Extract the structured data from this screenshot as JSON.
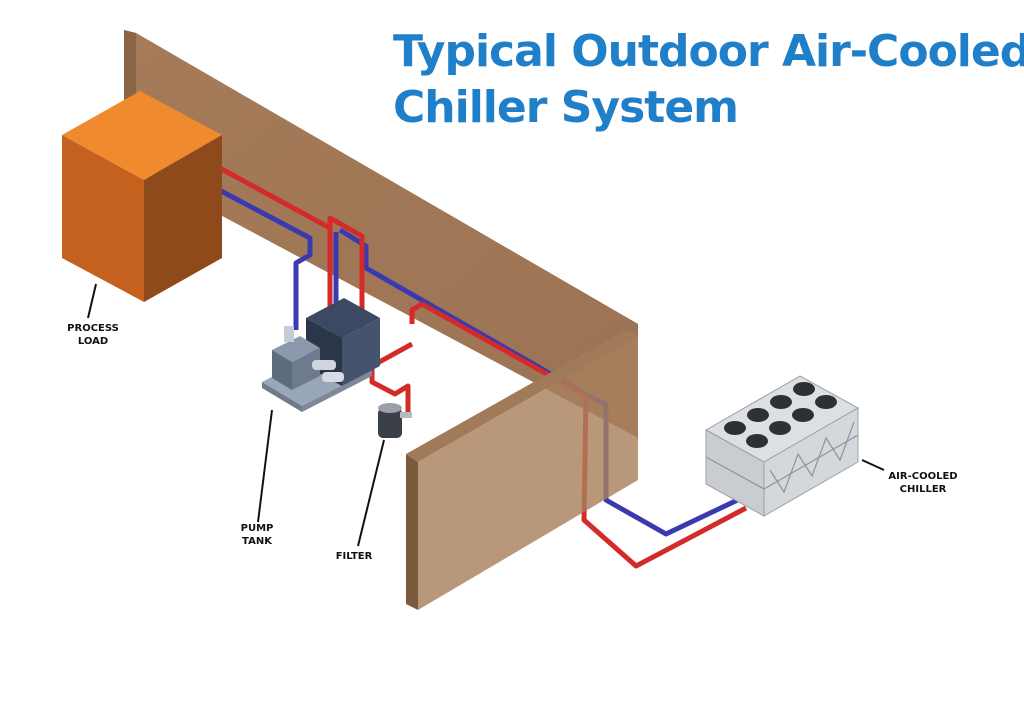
{
  "title": {
    "line1": "Typical Outdoor Air-Cooled",
    "line2": "Chiller System"
  },
  "labels": {
    "process_load": {
      "line1": "PROCESS",
      "line2": "LOAD"
    },
    "pump_tank": {
      "line1": "PUMP",
      "line2": "TANK"
    },
    "filter": {
      "line1": "FILTER"
    },
    "air_cooled_chiller": {
      "line1": "AIR-COOLED",
      "line2": "CHILLER"
    }
  },
  "colors": {
    "title": "#1f7fc8",
    "supply_pipe": "#d42a2a",
    "return_pipe": "#3a3ab0",
    "wall": "#a77f5e",
    "process_load": "#e07d2c"
  }
}
